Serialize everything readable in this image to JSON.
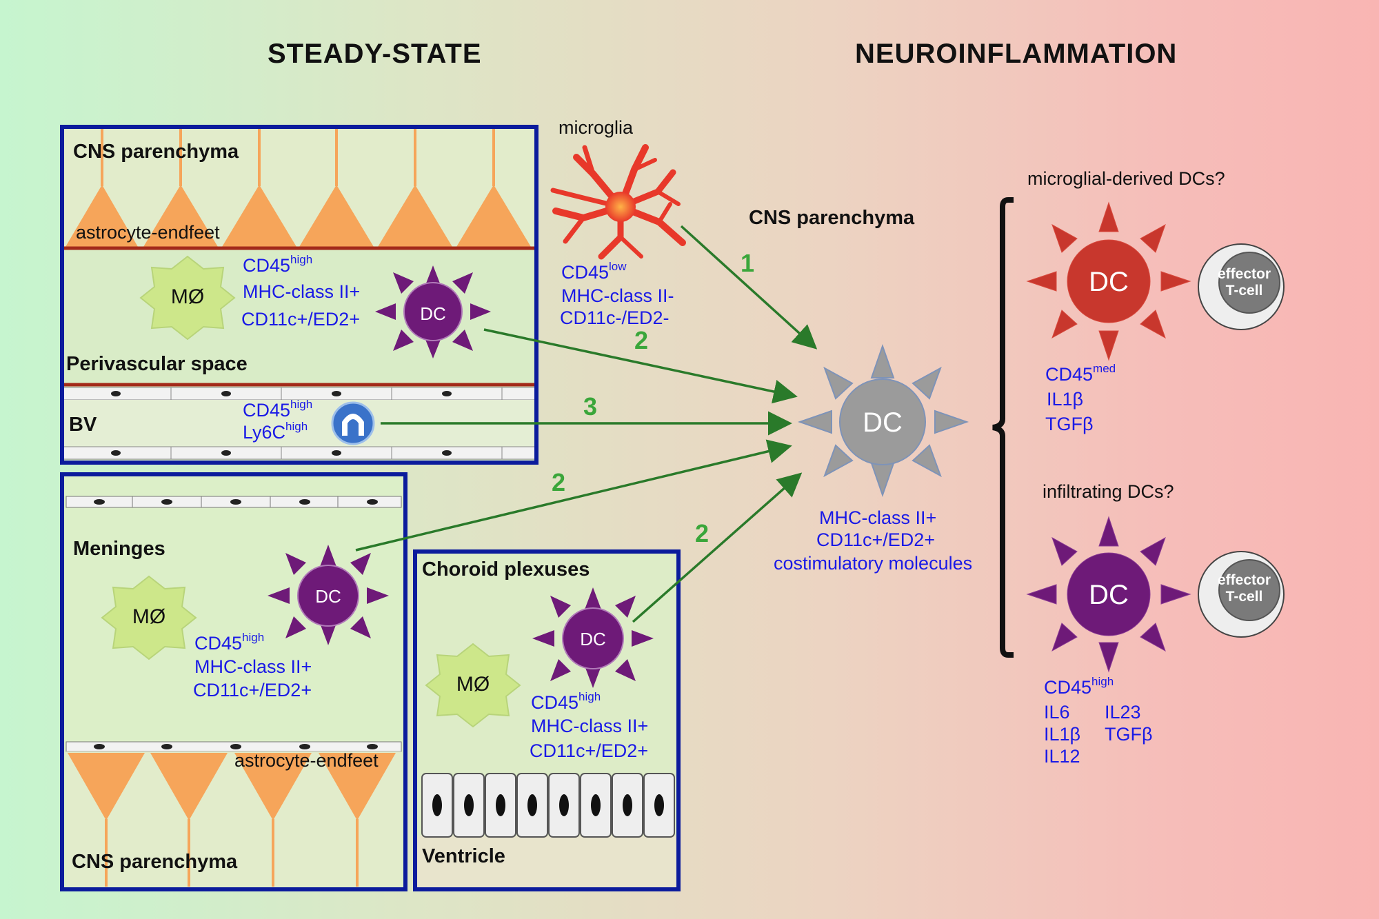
{
  "headers": {
    "steady_state": "STEADY-STATE",
    "neuroinflammation": "NEUROINFLAMMATION"
  },
  "top_box": {
    "cns_parenchyma": "CNS parenchyma",
    "astrocyte_endfeet": "astrocyte-endfeet",
    "macrophage": "MØ",
    "dc": "DC",
    "markers": {
      "cd45": "CD45",
      "cd45_sup": "high",
      "mhc": "MHC-class II+",
      "cd11c": "CD11c+/ED2+"
    },
    "perivascular_space": "Perivascular space",
    "bv": "BV",
    "monocyte_markers": {
      "cd45": "CD45",
      "cd45_sup": "high",
      "ly6c": "Ly6C",
      "ly6c_sup": "high"
    }
  },
  "microglia": {
    "label": "microglia",
    "cd45": "CD45",
    "cd45_sup": "low",
    "mhc": "MHC-class II-",
    "cd11c": "CD11c-/ED2-"
  },
  "meninges_box": {
    "meninges": "Meninges",
    "macrophage": "MØ",
    "dc": "DC",
    "cd45": "CD45",
    "cd45_sup": "high",
    "mhc": "MHC-class II+",
    "cd11c": "CD11c+/ED2+",
    "astrocyte_endfeet": "astrocyte-endfeet",
    "cns_parenchyma": "CNS parenchyma"
  },
  "choroid_box": {
    "title": "Choroid plexuses",
    "macrophage": "MØ",
    "dc": "DC",
    "cd45": "CD45",
    "cd45_sup": "high",
    "mhc": "MHC-class II+",
    "cd11c": "CD11c+/ED2+",
    "ventricle": "Ventricle"
  },
  "arrows": {
    "a1": "1",
    "a2_top": "2",
    "a3": "3",
    "a2_meninges": "2",
    "a2_choroid": "2"
  },
  "center": {
    "cns_parenchyma": "CNS parenchyma",
    "dc": "DC",
    "mhc": "MHC-class II+",
    "cd11c": "CD11c+/ED2+",
    "costim": "costimulatory molecules"
  },
  "microglial_dcs": {
    "question": "microglial-derived DCs?",
    "dc": "DC",
    "effector_line1": "effector",
    "effector_line2": "T-cell",
    "cd45": "CD45",
    "cd45_sup": "med",
    "il1b": "IL1β",
    "tgfb": "TGFβ"
  },
  "infiltrating_dcs": {
    "question": "infiltrating DCs?",
    "dc": "DC",
    "effector_line1": "effector",
    "effector_line2": "T-cell",
    "cd45": "CD45",
    "cd45_sup": "high",
    "il6": "IL6",
    "il1b": "IL1β",
    "il12": "IL12",
    "il23": "IL23",
    "tgfb": "TGFβ"
  },
  "colors": {
    "box_border": "#0b1b9c",
    "dc_purple": "#6e1a78",
    "dc_red": "#c8372d",
    "dc_gray": "#9b9b9b",
    "astrocyte": "#f6a55a",
    "arrow_green": "#2a7a2a",
    "marker_blue": "#1a1ae6",
    "macrophage_green": "#cde78a"
  }
}
